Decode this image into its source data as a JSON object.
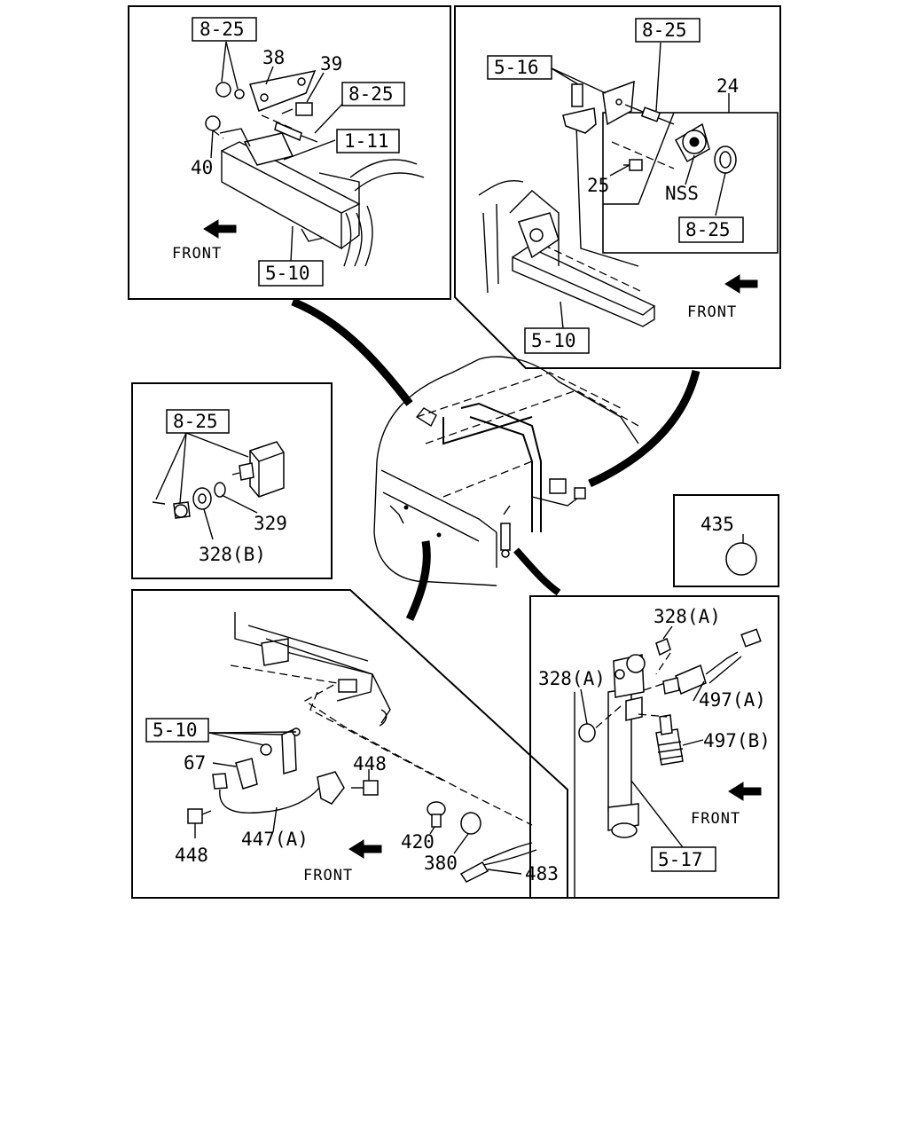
{
  "callouts": {
    "p1_ref_top": "8-25",
    "p1_38": "38",
    "p1_39": "39",
    "p1_ref_mid": "8-25",
    "p1_ref_1_11": "1-11",
    "p1_40": "40",
    "p1_front": "FRONT",
    "p1_ref_bottom": "5-10",
    "p2_ref_top": "8-25",
    "p2_ref_5_16": "5-16",
    "p2_24": "24",
    "p2_25": "25",
    "p2_nss": "NSS",
    "p2_ref_inner": "8-25",
    "p2_front": "FRONT",
    "p2_ref_bottom": "5-10",
    "p3_ref": "8-25",
    "p3_329": "329",
    "p3_328b": "328(B)",
    "p4_435": "435",
    "p5_ref": "5-10",
    "p5_67": "67",
    "p5_448_top": "448",
    "p5_448_bottom": "448",
    "p5_447a": "447(A)",
    "p5_420": "420",
    "p5_380": "380",
    "p5_483": "483",
    "p5_front": "FRONT",
    "p6_328a_top": "328(A)",
    "p6_328a_left": "328(A)",
    "p6_497a": "497(A)",
    "p6_497b": "497(B)",
    "p6_front": "FRONT",
    "p6_ref": "5-17"
  }
}
